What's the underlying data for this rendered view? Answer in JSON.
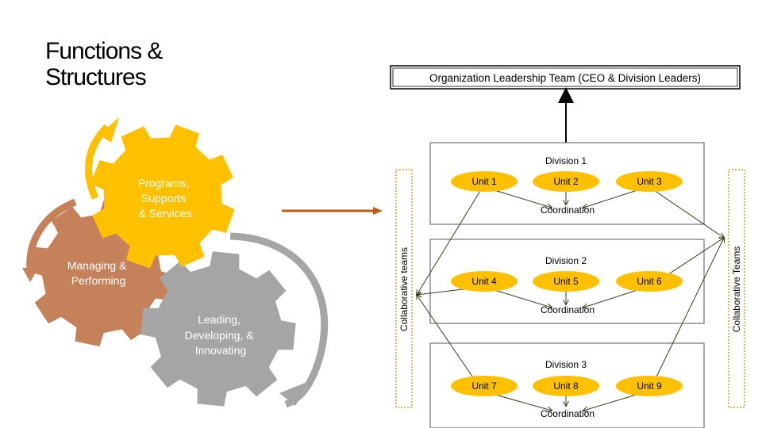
{
  "title": "Functions &\nStructures",
  "leadership_team": "Organization Leadership Team (CEO & Division Leaders)",
  "gears": {
    "programs": [
      "Programs,",
      "Supports",
      "& Services"
    ],
    "managing": [
      "Managing &",
      "Performing"
    ],
    "leading": [
      "Leading,",
      "Developing, &",
      "Innovating"
    ]
  },
  "collaborative_left": "Collaborative teams",
  "collaborative_right": "Collaborative Teams",
  "divisions": [
    {
      "name": "Division 1",
      "units": [
        "Unit 1",
        "Unit 2",
        "Unit 3"
      ],
      "coordination": "Coordination"
    },
    {
      "name": "Division 2",
      "units": [
        "Unit 4",
        "Unit 5",
        "Unit 6"
      ],
      "coordination": "Coordination"
    },
    {
      "name": "Division 3",
      "units": [
        "Unit 7",
        "Unit 8",
        "Unit 9"
      ],
      "coordination": "Coordination"
    }
  ],
  "colors": {
    "programs_gear": "#FFC000",
    "managing_gear": "#C5825A",
    "leading_gear": "#A5A5A5",
    "arrow_orange": "#C55A11",
    "team_border": "#C9A227"
  }
}
